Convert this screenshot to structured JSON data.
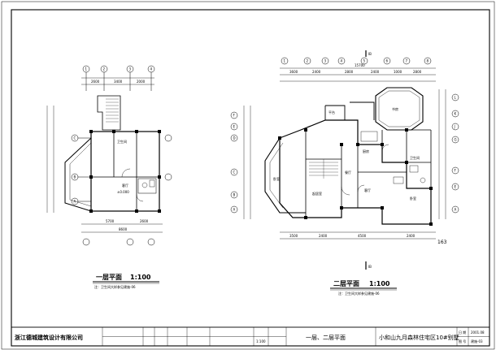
{
  "plans": {
    "first": {
      "title": "一层平面",
      "scale": "1:100",
      "note": "注：卫生间大样参见建施-06",
      "level_main": "±0.000",
      "room_bath": "卫生间",
      "room_hall": "客厅",
      "dims_top": [
        "2600",
        "3400",
        "2000"
      ],
      "dims_bottom": [
        "5700",
        "2600"
      ],
      "total_bottom": "8600",
      "axes_top": [
        "1",
        "2",
        "3",
        "4"
      ],
      "axes_left": [
        "C",
        "B",
        "A"
      ]
    },
    "second": {
      "title": "二层平面",
      "scale": "1:100",
      "note": "注：卫生间大样参见建施-06",
      "north_label": "IB",
      "south_label": "IB",
      "page_mark": "163",
      "dims_top": [
        "3600",
        "2400",
        "2800",
        "2400",
        "1000",
        "2800"
      ],
      "dims_bottom": [
        "3500",
        "2400",
        "4500",
        "2400"
      ],
      "total_top": "15700",
      "rooms": [
        "卧室",
        "起居室",
        "餐厅",
        "厨房",
        "客厅",
        "卫生间",
        "书房",
        "卧室",
        "平台"
      ],
      "axes_top": [
        "1",
        "2",
        "3",
        "4",
        "5",
        "6",
        "7",
        "8"
      ],
      "axes_left": [
        "F",
        "E",
        "D",
        "C",
        "B",
        "A"
      ],
      "axes_right": [
        "L",
        "K",
        "J",
        "G",
        "F",
        "E",
        "A"
      ]
    }
  },
  "title_block": {
    "company": "浙江德城建筑设计有限公司",
    "drawing_name": "一层、二层平面",
    "project": "小和山九月森林住宅区10#别墅",
    "date_label": "日 期",
    "date_value": "2001.08",
    "sheet_label": "图 号",
    "sheet_value": "建施-03",
    "scale_value": "1:100"
  }
}
